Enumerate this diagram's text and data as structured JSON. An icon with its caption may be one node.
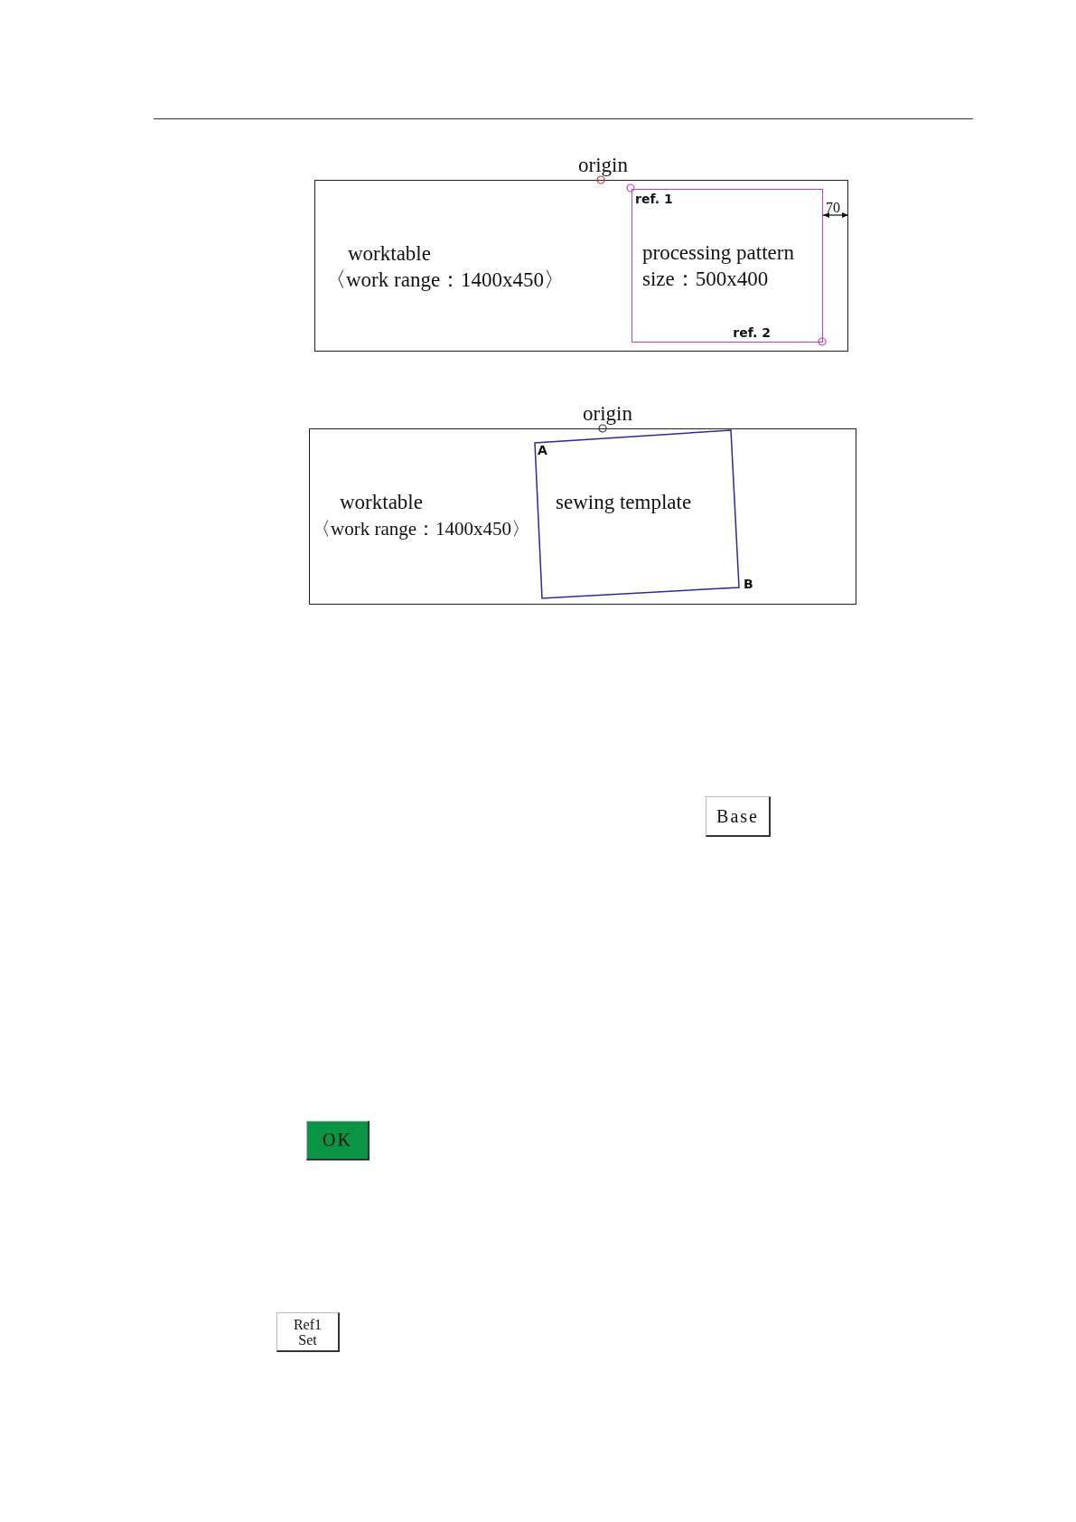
{
  "diagram": {
    "nodes": [
      {
        "text": [
          "worktable",
          "〈work range：1400x450〉"
        ]
      },
      {
        "text": [
          "ref. 1",
          "processing pattern",
          "size：500x400",
          "ref. 2"
        ],
        "in": 0
      },
      {
        "text": [
          "worktable",
          "〈work range：1400x450〉"
        ]
      },
      {
        "text": [
          "A",
          "sewing template"
        ],
        "in": 2,
        "beside": [
          "B"
        ]
      },
      {
        "text": [
          "Base"
        ]
      },
      {
        "text": [
          "OK"
        ]
      },
      {
        "text": [
          "Ref1 Set"
        ]
      }
    ],
    "labels": [
      "origin",
      "70",
      "origin"
    ]
  }
}
